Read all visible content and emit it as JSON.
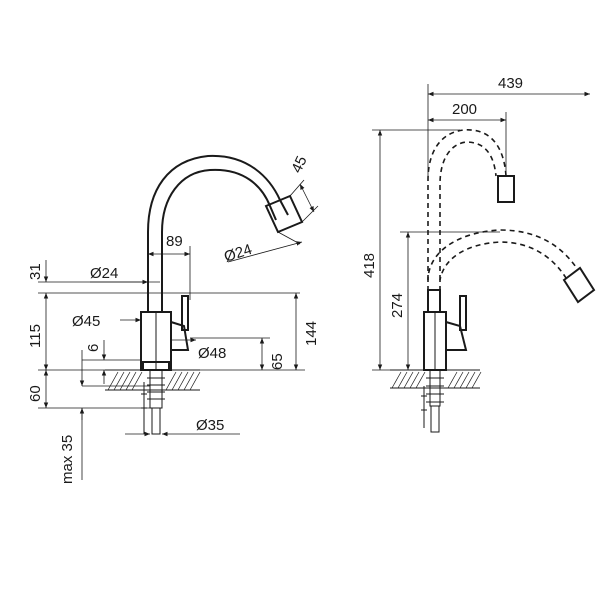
{
  "diagram": {
    "front_view": {
      "labels": {
        "max35": "max 35",
        "d60": "60",
        "d115": "115",
        "d31": "31",
        "d6": "6",
        "dia24_base": "Ø24",
        "dia45": "Ø45",
        "dia48": "Ø48",
        "dia35": "Ø35",
        "d89": "89",
        "dia24_spout": "Ø24",
        "d45": "45",
        "d144": "144",
        "d65": "65"
      }
    },
    "side_view": {
      "labels": {
        "d439": "439",
        "d200": "200",
        "d418": "418",
        "d274": "274"
      }
    }
  }
}
